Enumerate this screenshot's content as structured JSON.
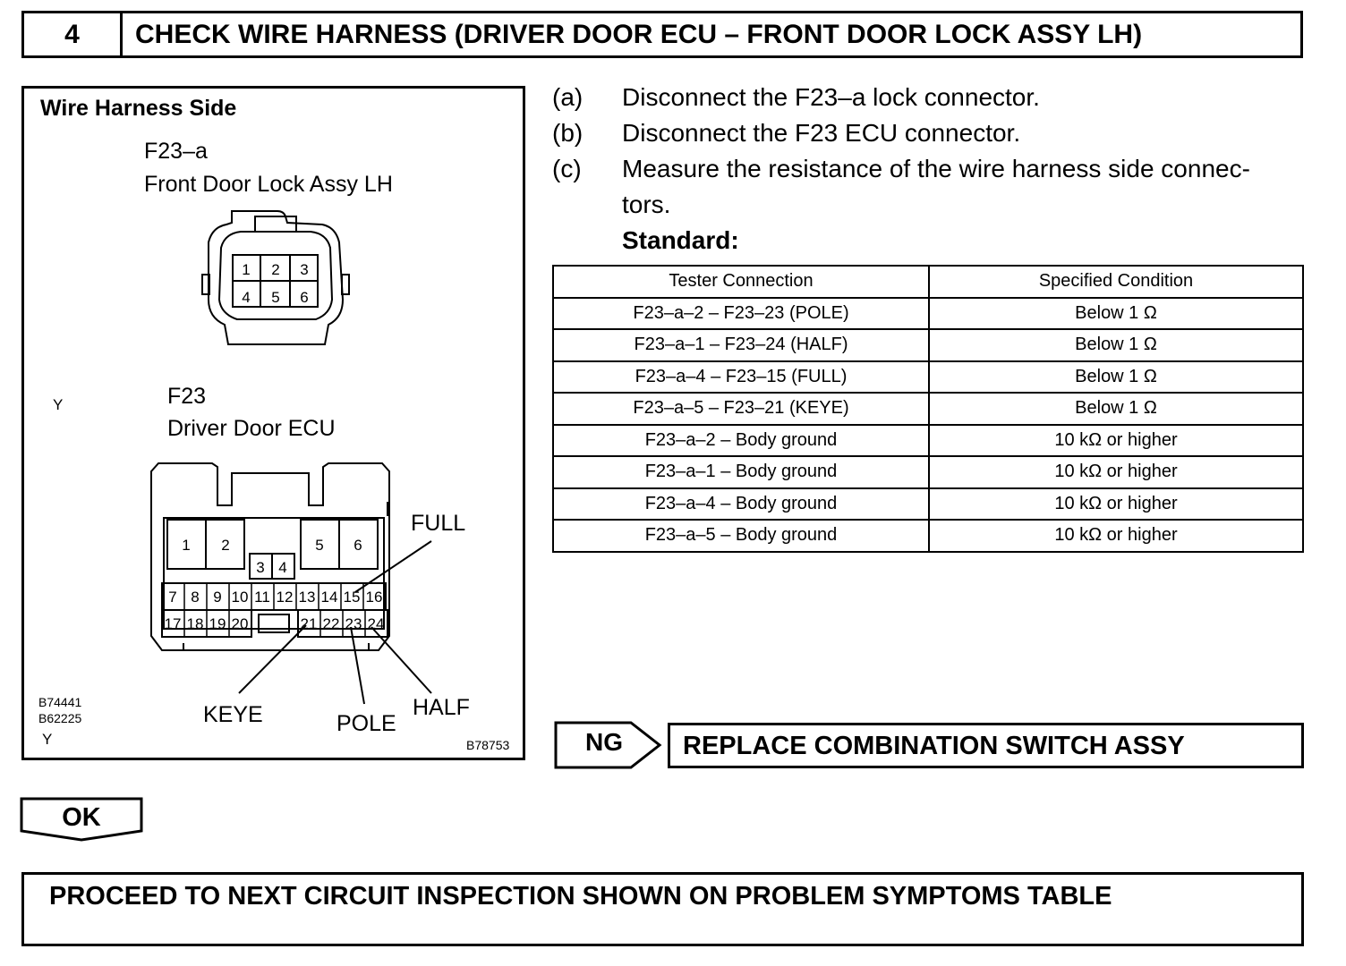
{
  "header": {
    "step_number": "4",
    "title": "CHECK WIRE HARNESS (DRIVER DOOR ECU – FRONT DOOR LOCK ASSY LH)"
  },
  "diagram": {
    "heading": "Wire Harness Side",
    "connector_a": {
      "code": "F23–a",
      "name": "Front Door Lock Assy LH",
      "pins": [
        "1",
        "2",
        "3",
        "4",
        "5",
        "6"
      ]
    },
    "connector_b": {
      "code": "F23",
      "name": "Driver Door ECU",
      "pins_top": [
        "1",
        "2",
        "5",
        "6"
      ],
      "pins_mid": [
        "3",
        "4"
      ],
      "pins_row1": [
        "7",
        "8",
        "9",
        "10",
        "11",
        "12",
        "13",
        "14",
        "15",
        "16"
      ],
      "pins_row2a": [
        "17",
        "18",
        "19",
        "20"
      ],
      "pins_row2b": [
        "21",
        "22",
        "23",
        "24"
      ]
    },
    "callouts": {
      "full": "FULL",
      "keye": "KEYE",
      "pole": "POLE",
      "half": "HALF"
    },
    "marks": {
      "y1": "Y",
      "y2": "Y"
    },
    "ref_codes": {
      "code1": "B74441",
      "code2": "B62225",
      "code3": "B78753"
    }
  },
  "steps": [
    {
      "label": "(a)",
      "text": "Disconnect the F23–a lock connector."
    },
    {
      "label": "(b)",
      "text": "Disconnect the F23 ECU connector."
    },
    {
      "label": "(c)",
      "text": "Measure the resistance of the wire harness side connec-",
      "text2": "tors."
    }
  ],
  "standard_label": "Standard:",
  "spec_table": {
    "headers": [
      "Tester Connection",
      "Specified Condition"
    ],
    "rows": [
      [
        "F23–a–2 – F23–23 (POLE)",
        "Below 1 Ω"
      ],
      [
        "F23–a–1 – F23–24 (HALF)",
        "Below 1 Ω"
      ],
      [
        "F23–a–4 – F23–15 (FULL)",
        "Below 1 Ω"
      ],
      [
        "F23–a–5 – F23–21 (KEYE)",
        "Below 1 Ω"
      ],
      [
        "F23–a–2 – Body ground",
        "10 kΩ or higher"
      ],
      [
        "F23–a–1 – Body ground",
        "10 kΩ or higher"
      ],
      [
        "F23–a–4 – Body ground",
        "10 kΩ or higher"
      ],
      [
        "F23–a–5 – Body ground",
        "10 kΩ or higher"
      ]
    ]
  },
  "ng": {
    "label": "NG",
    "action": "REPLACE COMBINATION SWITCH ASSY"
  },
  "ok": {
    "label": "OK"
  },
  "proceed": {
    "text": "PROCEED TO NEXT CIRCUIT INSPECTION SHOWN ON PROBLEM SYMPTOMS TABLE"
  }
}
